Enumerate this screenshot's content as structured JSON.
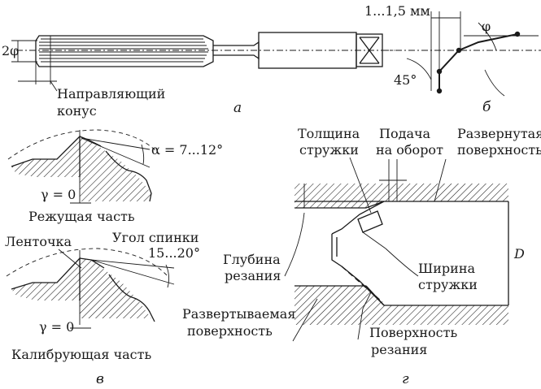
{
  "panel_a": {
    "diameter_label": "2φ",
    "guide_cone_line1": "Направляющий",
    "guide_cone_line2": "конус",
    "caption": "а"
  },
  "panel_b": {
    "dimension_label": "1...1,5 мм",
    "angle_45": "45°",
    "angle_phi": "φ",
    "caption": "б"
  },
  "panel_v": {
    "alpha_label": "α = 7...12°",
    "gamma_top": "γ = 0",
    "cutting_part": "Режущая часть",
    "land_label": "Ленточка",
    "back_angle_line1": "Угол спинки",
    "back_angle_line2": "15...20°",
    "gamma_bottom": "γ = 0",
    "calibrating_part": "Калибрующая часть",
    "caption": "в"
  },
  "panel_g": {
    "chip_thickness_line1": "Толщина",
    "chip_thickness_line2": "стружки",
    "feed_line1": "Подача",
    "feed_line2": "на оборот",
    "reamed_surface_line1": "Развернутая",
    "reamed_surface_line2": "поверхность",
    "depth_line1": "Глубина",
    "depth_line2": "резания",
    "chip_width_line1": "Ширина",
    "chip_width_line2": "стружки",
    "diameter_label": "D",
    "surface_to_ream_line1": "Развертываемая",
    "surface_to_ream_line2": "поверхность",
    "cutting_surface_line1": "Поверхность",
    "cutting_surface_line2": "резания",
    "caption": "г"
  }
}
